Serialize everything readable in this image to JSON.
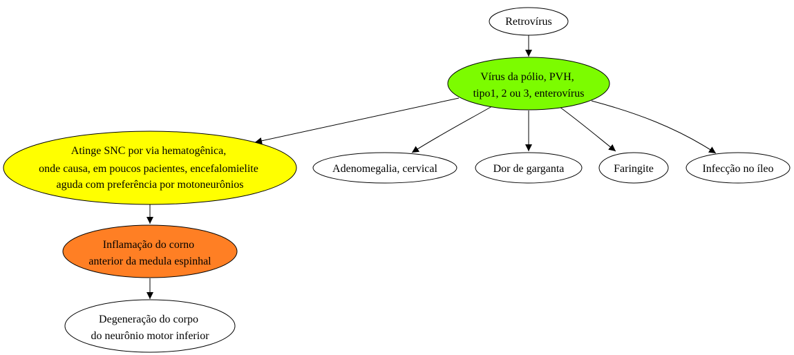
{
  "nodes": {
    "retrovirus": {
      "lines": [
        "Retrovírus"
      ],
      "color": "#ffffff"
    },
    "virus_polio": {
      "lines": [
        "Vírus da pólio, PVH,",
        "tipo1, 2 ou 3, enterovírus"
      ],
      "color": "#7cfc00"
    },
    "atinge_snc": {
      "lines": [
        "Atinge SNC por via hematogênica,",
        "onde causa, em poucos pacientes, encefalomielite",
        "aguda com preferência por motoneurônios"
      ],
      "color": "#ffff00"
    },
    "adenomegalia": {
      "lines": [
        "Adenomegalia, cervical"
      ],
      "color": "#ffffff"
    },
    "dor_garganta": {
      "lines": [
        "Dor de garganta"
      ],
      "color": "#ffffff"
    },
    "faringite": {
      "lines": [
        "Faringite"
      ],
      "color": "#ffffff"
    },
    "infeccao_ileo": {
      "lines": [
        "Infecção no íleo"
      ],
      "color": "#ffffff"
    },
    "inflamacao": {
      "lines": [
        "Inflamação do corno",
        "anterior da medula espinhal"
      ],
      "color": "#ff7f24"
    },
    "degeneracao": {
      "lines": [
        "Degeneração do corpo",
        "do neurônio motor inferior"
      ],
      "color": "#ffffff"
    }
  },
  "edges": [
    {
      "from": "retrovirus",
      "to": "virus_polio"
    },
    {
      "from": "virus_polio",
      "to": "atinge_snc"
    },
    {
      "from": "virus_polio",
      "to": "adenomegalia"
    },
    {
      "from": "virus_polio",
      "to": "dor_garganta"
    },
    {
      "from": "virus_polio",
      "to": "faringite"
    },
    {
      "from": "virus_polio",
      "to": "infeccao_ileo"
    },
    {
      "from": "atinge_snc",
      "to": "inflamacao"
    },
    {
      "from": "inflamacao",
      "to": "degeneracao"
    }
  ]
}
